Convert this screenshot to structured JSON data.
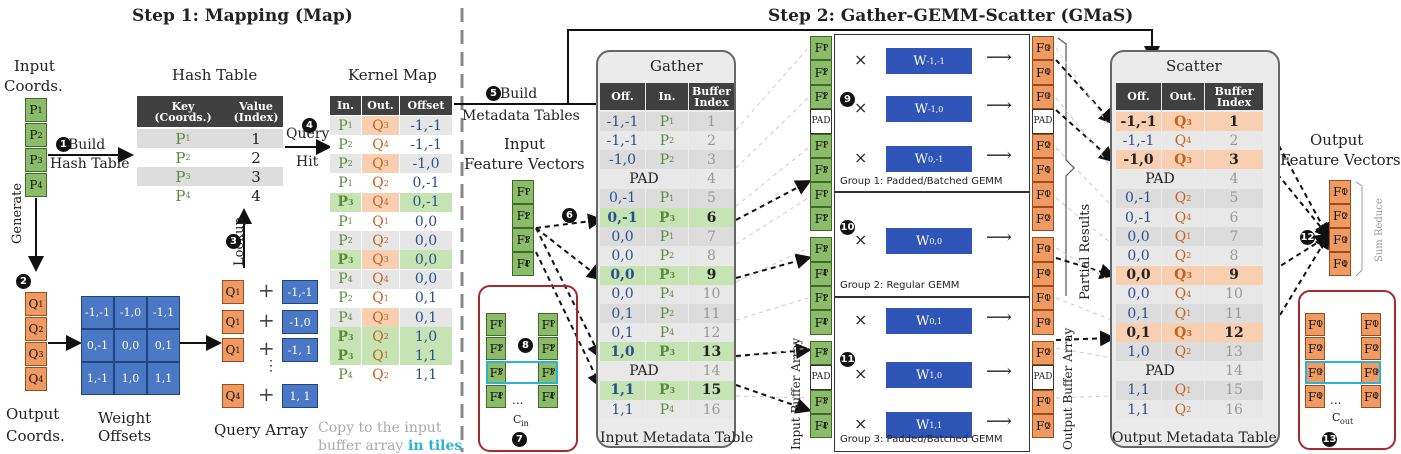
{
  "step1_title": "Step 1: Mapping (Map)",
  "step2_title": "Step 2: Gather-GEMM-Scatter (GMaS)",
  "input_coords_label": [
    "Input",
    "Coords."
  ],
  "output_coords_label": [
    "Output",
    "Coords."
  ],
  "weight_offsets_label": [
    "Weight",
    "Offsets"
  ],
  "query_array_label": "Query Array",
  "hash_table": {
    "title": "Hash Table",
    "headers": [
      [
        "Key",
        "(Coords.)"
      ],
      [
        "Value",
        "(Index)"
      ]
    ],
    "rows": [
      [
        "P1",
        "1"
      ],
      [
        "P2",
        "2"
      ],
      [
        "P3",
        "3"
      ],
      [
        "P4",
        "4"
      ]
    ]
  },
  "kernel_map": {
    "title": "Kernel Map",
    "headers": [
      "In.",
      "Out.",
      "Offset"
    ],
    "rows": [
      [
        "P1",
        "Q3",
        "-1,-1"
      ],
      [
        "P2",
        "Q4",
        "-1,-1"
      ],
      [
        "P2",
        "Q3",
        "-1,0"
      ],
      [
        "P1",
        "Q2",
        "0,-1"
      ],
      [
        "P3",
        "Q4",
        "0,-1"
      ],
      [
        "P1",
        "Q1",
        "0,0"
      ],
      [
        "P2",
        "Q2",
        "0,0"
      ],
      [
        "P3",
        "Q3",
        "0,0"
      ],
      [
        "P4",
        "Q4",
        "0,0"
      ],
      [
        "P2",
        "Q1",
        "0,1"
      ],
      [
        "P4",
        "Q3",
        "0,1"
      ],
      [
        "P3",
        "Q2",
        "1,0"
      ],
      [
        "P3",
        "Q1",
        "1,1"
      ],
      [
        "P4",
        "Q2",
        "1,1"
      ]
    ]
  },
  "step_labels": {
    "build_hash": [
      "Build",
      "Hash Table"
    ],
    "generate": "Generate",
    "lookup": "Lookup",
    "query_hit": [
      "Query",
      "Hit"
    ],
    "build_metadata": [
      "Build",
      "Metadata Tables"
    ],
    "input_feature_vectors": [
      "Input",
      "Feature Vectors"
    ],
    "output_feature_vectors": [
      "Output",
      "Feature Vectors"
    ],
    "copy_note": [
      "Copy to the input",
      "buffer array",
      "in tiles"
    ],
    "sum_reduce": "Sum Reduce",
    "partial_results": "Partial Results",
    "input_buffer_array": "Input Buffer Array",
    "output_buffer_array": "Output Buffer Array",
    "c_in": "C",
    "c_in_sub": "in",
    "c_out": "C",
    "c_out_sub": "out",
    "ellipsis": "...",
    "ellipsis_v": "⋮"
  },
  "step_numbers": [
    "1",
    "2",
    "3",
    "4",
    "5",
    "6",
    "7",
    "8",
    "9",
    "10",
    "11",
    "12",
    "13"
  ],
  "weight_grid": [
    [
      "-1,-1",
      "-1,0",
      "-1,1"
    ],
    [
      "0,-1",
      "0,0",
      "0,1"
    ],
    [
      "1,-1",
      "1,0",
      "1,1"
    ]
  ],
  "query_rows": [
    [
      "Q1",
      "-1,-1"
    ],
    [
      "Q1",
      "-1,0"
    ],
    [
      "Q1",
      "-1, 1"
    ],
    [
      "Q4",
      "1, 1"
    ]
  ],
  "gather": {
    "title": "Gather",
    "headers": [
      [
        "Off."
      ],
      [
        "In."
      ],
      [
        "Buffer",
        "Index"
      ]
    ],
    "caption": "Input Metadata Table",
    "rows": [
      [
        "-1,-1",
        "P1",
        "1"
      ],
      [
        "-1,-1",
        "P2",
        "2"
      ],
      [
        "-1,0",
        "P2",
        "3"
      ],
      [
        "PAD",
        "",
        "4"
      ],
      [
        "0,-1",
        "P1",
        "5"
      ],
      [
        "0,-1",
        "P3",
        "6"
      ],
      [
        "0,0",
        "P1",
        "7"
      ],
      [
        "0,0",
        "P2",
        "8"
      ],
      [
        "0,0",
        "P3",
        "9"
      ],
      [
        "0,0",
        "P4",
        "10"
      ],
      [
        "0,1",
        "P2",
        "11"
      ],
      [
        "0,1",
        "P4",
        "12"
      ],
      [
        "1,0",
        "P3",
        "13"
      ],
      [
        "PAD",
        "",
        "14"
      ],
      [
        "1,1",
        "P3",
        "15"
      ],
      [
        "1,1",
        "P4",
        "16"
      ]
    ]
  },
  "scatter": {
    "title": "Scatter",
    "headers": [
      [
        "Off."
      ],
      [
        "Out."
      ],
      [
        "Buffer",
        "Index"
      ]
    ],
    "caption": "Output Metadata Table",
    "rows": [
      [
        "-1,-1",
        "Q3",
        "1"
      ],
      [
        "-1,-1",
        "Q4",
        "2"
      ],
      [
        "-1,0",
        "Q3",
        "3"
      ],
      [
        "PAD",
        "",
        "4"
      ],
      [
        "0,-1",
        "Q2",
        "5"
      ],
      [
        "0,-1",
        "Q4",
        "6"
      ],
      [
        "0,0",
        "Q1",
        "7"
      ],
      [
        "0,0",
        "Q2",
        "8"
      ],
      [
        "0,0",
        "Q3",
        "9"
      ],
      [
        "0,0",
        "Q4",
        "10"
      ],
      [
        "0,1",
        "Q1",
        "11"
      ],
      [
        "0,1",
        "Q3",
        "12"
      ],
      [
        "1,0",
        "Q2",
        "13"
      ],
      [
        "PAD",
        "",
        "14"
      ],
      [
        "1,1",
        "Q1",
        "15"
      ],
      [
        "1,1",
        "Q2",
        "16"
      ]
    ]
  },
  "gemm": {
    "weights": [
      "W-1,-1",
      "W-1,0",
      "W0,-1",
      "W0,0",
      "W0,1",
      "W1,0",
      "W1,1"
    ],
    "group_labels": [
      "Group 1: Padded/Batched GEMM",
      "Group 2: Regular GEMM",
      "Group 3: Padded/Batched GEMM"
    ],
    "input_buffer": [
      "F1P",
      "F2P",
      "F2P",
      "PAD",
      "F1P",
      "F3P",
      "F1P",
      "F2P",
      "F3P",
      "F4P",
      "F2P",
      "F4P",
      "F3P",
      "PAD",
      "F3P",
      "F4P"
    ],
    "output_buffer": [
      "F3Q",
      "F4Q",
      "F3Q",
      "PAD",
      "F2Q",
      "F4Q",
      "F1Q",
      "F2Q",
      "F3Q",
      "F4Q",
      "F1Q",
      "F3Q",
      "F2Q",
      "PAD",
      "F1Q",
      "F2Q"
    ],
    "times": "×",
    "arrow": "⟶"
  },
  "colors": {
    "green": "#8cbc6a",
    "orange": "#ee9a62",
    "blue": "#4a78c4",
    "dark_header": "#404040",
    "highlight_green": "#c6e3b3",
    "highlight_orange": "#f8cfb0",
    "panel": "#ebebeb"
  }
}
